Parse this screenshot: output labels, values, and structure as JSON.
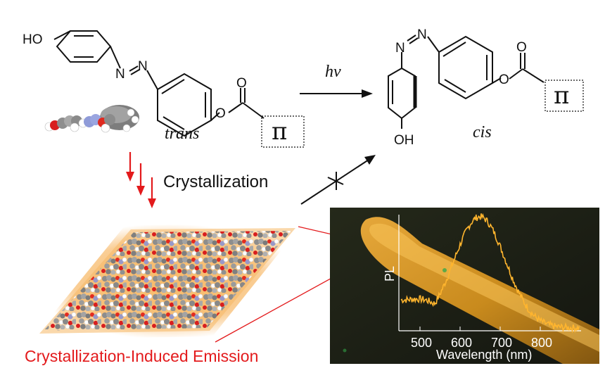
{
  "molecules": {
    "trans": {
      "ho_label": "HO",
      "n1": "N",
      "n2": "N",
      "o_ester": "O",
      "o_carbonyl": "O",
      "state_label": "trans",
      "pi_label": "π"
    },
    "cis": {
      "n1": "N",
      "n2": "N",
      "oh_label": "OH",
      "o_ester": "O",
      "o_carbonyl": "O",
      "state_label": "cis",
      "pi_label": "π"
    }
  },
  "reaction": {
    "light_label": "hν"
  },
  "process": {
    "crystallization_label": "Crystallization",
    "emission_label": "Crystallization-Induced Emission"
  },
  "spectrum": {
    "y_label": "PL",
    "x_label": "Wavelength (nm)",
    "x_ticks": [
      "500",
      "600",
      "700",
      "800"
    ]
  },
  "colors": {
    "accent_red": "#e31a1c",
    "glow_orange": "#f4b24a",
    "spectrum_line": "#ffb52e",
    "photo_bg": "#1c1f13"
  }
}
